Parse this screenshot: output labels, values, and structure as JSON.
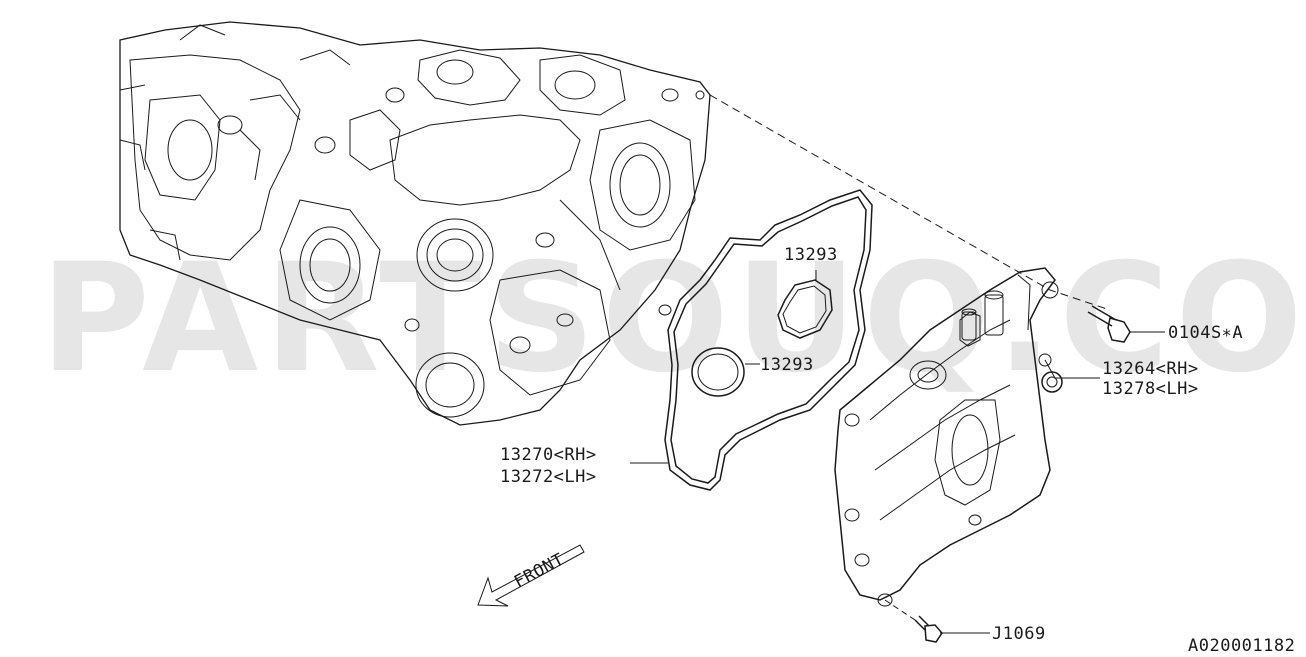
{
  "watermark": "PARTSOUQ.COM",
  "front_label": "FRONT",
  "diagram_code": "A020001182",
  "callouts": {
    "bolt_a": "0104S∗A",
    "washer_rh": "13264<RH>",
    "washer_lh": "13278<LH>",
    "plug_upper": "13293",
    "plug_lower": "13293",
    "gasket_rh": "13270<RH>",
    "gasket_lh": "13272<LH>",
    "bolt_j": "J1069"
  }
}
